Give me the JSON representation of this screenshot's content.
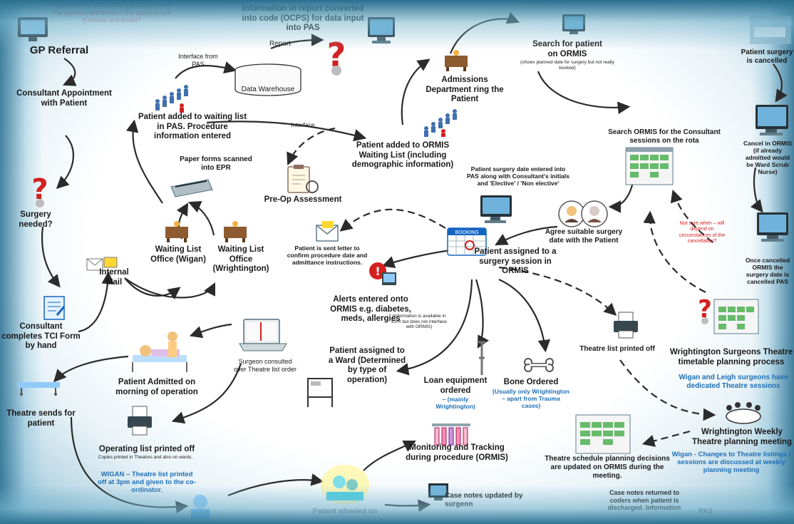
{
  "labels": {
    "consultant_question": "How does the Consultant get updated with the appointment details? the appointment (Choose and Book)?",
    "gp_referral": "GP Referral",
    "consultant_appointment": "Consultant Appointment with Patient",
    "surgery_needed": "Surgery needed?",
    "consultant_completes": "Consultant completes TCI Form by hand",
    "theatre_sends": "Theatre sends for patient",
    "info_report": "Information in report converted into code (OCPS) for data input into PAS",
    "report": "Report",
    "interface_from_pas": "Interface from PAS",
    "data_warehouse": "Data Warehouse",
    "added_waiting_list": "Patient added to waiting list in PAS.  Procedure information entered",
    "interface": "Interface",
    "paper_forms": "Paper forms scanned into EPR",
    "wl_wigan": "Waiting List Office (Wigan)",
    "wl_wrightington": "Waiting List Office (Wrightington)",
    "internal_mail": "Internal Mail",
    "pre_op": "Pre-Op Assessment",
    "admissions": "Admissions Department ring the Patient",
    "search_patient": "Search for patient on ORMIS",
    "search_patient_note": "(shows planned date for surgery but not really booked)",
    "added_ormis": "Patient added to ORMIS Waiting List (including demographic information)",
    "search_ormis_sessions": "Search ORMIS for the Consultant sessions on the rota",
    "surgery_date_entered": "Patient surgery date entered into PAS along with Consultant's initials and 'Elective' / 'Non elective'",
    "agree_date": "Agree suitable surgery date with the Patient",
    "not_sure": "Not sure when – will depend on circumstances of the cancellation?",
    "patient_surgery_cancelled": "Patient surgery is cancelled",
    "cancel_ormis": "Cancel in ORMIS (if already admitted would be Ward Scrub Nurse)",
    "once_cancelled": "Once cancelled ORMIS the surgery date is cancelled PAS",
    "letter_sent": "Patient is sent letter to confirm procedure date and admittance instructions.",
    "assigned_session": "Patient assigned to a surgery session in ORMIS",
    "alerts": "Alerts entered onto ORMIS e.g. diabetes, meds, allergies",
    "alerts_note": "(information is available in EPR but does not interface with ORMIS)",
    "surgeon_consulted": "Surgeon consulted over Theatre list order",
    "patient_admitted": "Patient Admitted on morning of operation",
    "assigned_ward": "Patient assigned to a Ward (Determined by type of operation)",
    "loan_equipment": "Loan equipment ordered",
    "loan_note": "– (mainly Wrightington)",
    "bone_ordered": "Bone Ordered",
    "bone_note": "(Usually only Wrightington – apart from Trauma cases)",
    "theatre_list_printed": "Theatre list printed off",
    "wrightington_timetable": "Wrightington Surgeons Theatre timetable planning process",
    "wigan_dedicated": "Wigan and Leigh surgeons have dedicated Theatre sessions",
    "weekly_meeting": "Wrightington Weekly Theatre planning meeting",
    "wigan_changes": "Wigan - Changes to Theatre listings / sessions are discussed at weekly planning meeting",
    "schedule_decisions": "Theatre schedule planning decisions are updated on ORMIS during the meeting.",
    "operating_list": "Operating list printed off",
    "operating_note": "Copies printed in Theatres and also on wards.",
    "wigan_printed": "WIGAN – Theatre list printed off at 3pm and given to the co-ordinator.",
    "monitoring": "Monitoring and Tracking during procedure (ORMIS)",
    "case_notes_updated": "Case notes updated by surgeon",
    "case_notes_returned": "Case notes returned to coders when patient is discharged. Information",
    "patient_wheeled": "Patient wheeled on",
    "booking": "BOOKING",
    "pas": "PAS"
  },
  "colors": {
    "question_mark": "#d42020",
    "arrow": "#2b2b2b",
    "note_blue": "#1f6fb5",
    "note_red": "#d42020"
  },
  "icons": [
    "computer-icon",
    "question-mark-icon",
    "database-icon",
    "queue-people-icon",
    "desk-icon",
    "scanner-icon",
    "clipboard-icon",
    "envelope-icon",
    "calendar-booking-icon",
    "alert-icon",
    "printer-icon",
    "hospital-bed-icon",
    "laptop-icon",
    "crutch-icon",
    "bone-icon",
    "test-tubes-icon",
    "meeting-icon",
    "screen-grid-icon",
    "phone-people-icon",
    "surgeon-icon",
    "notepad-icon",
    "ambulance-trolley-icon"
  ]
}
